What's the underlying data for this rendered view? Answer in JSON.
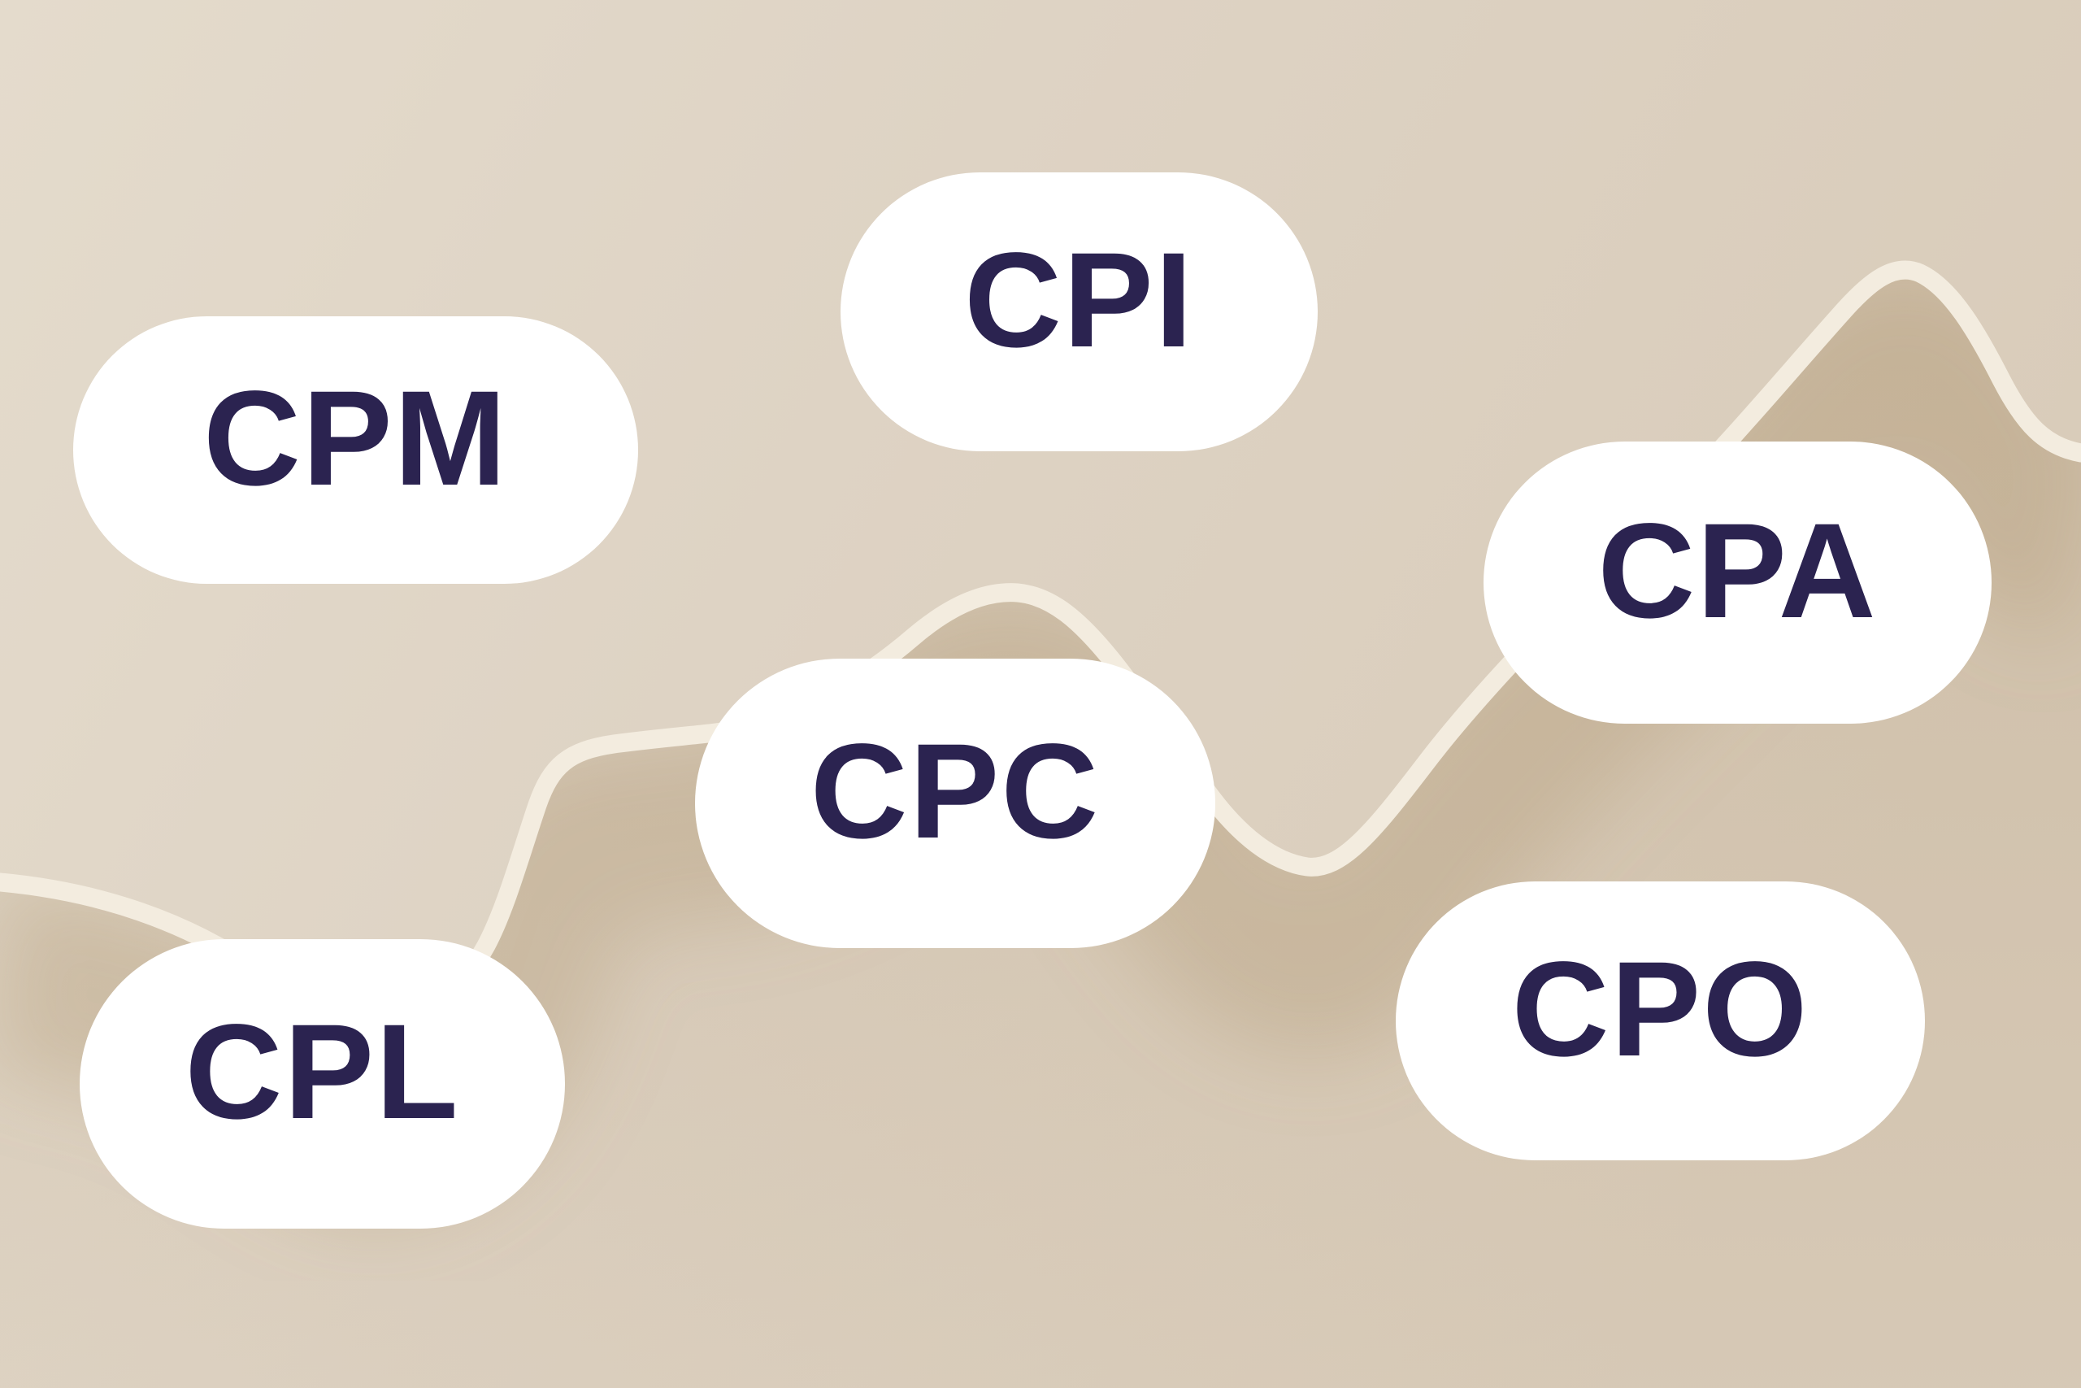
{
  "illustration": {
    "description": "Advertising cost-model pricing abbreviations floating over a decorative trend line",
    "pills": [
      {
        "label": "CPM"
      },
      {
        "label": "CPI"
      },
      {
        "label": "CPC"
      },
      {
        "label": "CPA"
      },
      {
        "label": "CPL"
      },
      {
        "label": "CPO"
      }
    ],
    "colors": {
      "background_light": "#e4dbcc",
      "background_mid": "#ded3c4",
      "background_dark": "#d9ccba",
      "under_curve_shade": "#a68a63",
      "line": "#f3ecdf",
      "pill": "#ffffff",
      "text": "#2b2350"
    }
  }
}
